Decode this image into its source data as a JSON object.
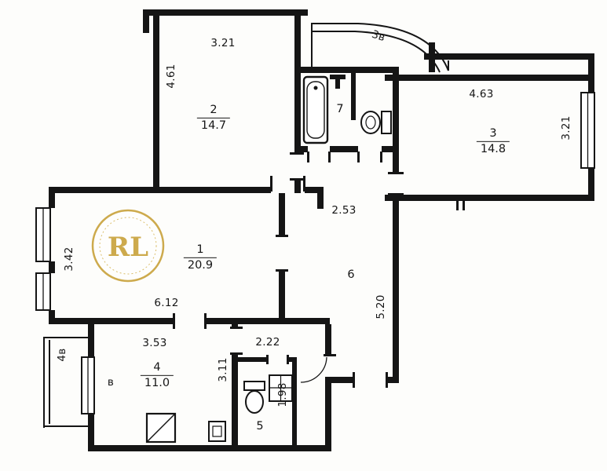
{
  "plan": {
    "watermark": {
      "text": "RL",
      "color": "#c9a43f"
    },
    "rooms": {
      "room1": {
        "number": "1",
        "area": "20.9"
      },
      "room2": {
        "number": "2",
        "area": "14.7"
      },
      "room3": {
        "number": "3",
        "area": "14.8"
      },
      "room4": {
        "number": "4",
        "area": "11.0"
      },
      "room5": {
        "number": "5"
      },
      "room6": {
        "number": "6"
      },
      "room7": {
        "number": "7"
      }
    },
    "dimensions": {
      "room2_width": "3.21",
      "room2_depth": "4.61",
      "room3_width": "4.63",
      "room3_depth": "3.21",
      "room1_width": "6.12",
      "room1_depth": "3.42",
      "corridor_width": "2.53",
      "corridor_length": "5.20",
      "room4_width": "3.53",
      "room4_depth": "3.11",
      "hall_width": "2.22",
      "bath_depth": "1.98"
    },
    "balconies": {
      "top": "3в",
      "bottom_left": "4в",
      "door_mark": "в"
    }
  }
}
